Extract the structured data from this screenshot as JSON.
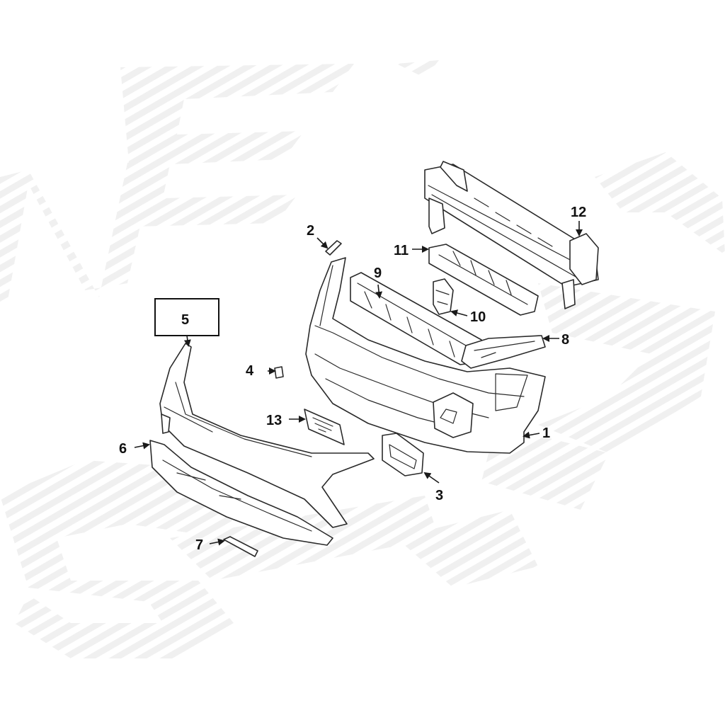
{
  "diagram": {
    "highlighted_part": "5",
    "callouts": {
      "c1": "1",
      "c2": "2",
      "c3": "3",
      "c4": "4",
      "c5": "5",
      "c6": "6",
      "c7": "7",
      "c8": "8",
      "c9": "9",
      "c10": "10",
      "c11": "11",
      "c12": "12",
      "c13": "13"
    },
    "watermark": "NEW SIGN",
    "colors": {
      "line": "#2a2a2a",
      "watermark": "#f1f1f1",
      "background": "#ffffff"
    }
  }
}
